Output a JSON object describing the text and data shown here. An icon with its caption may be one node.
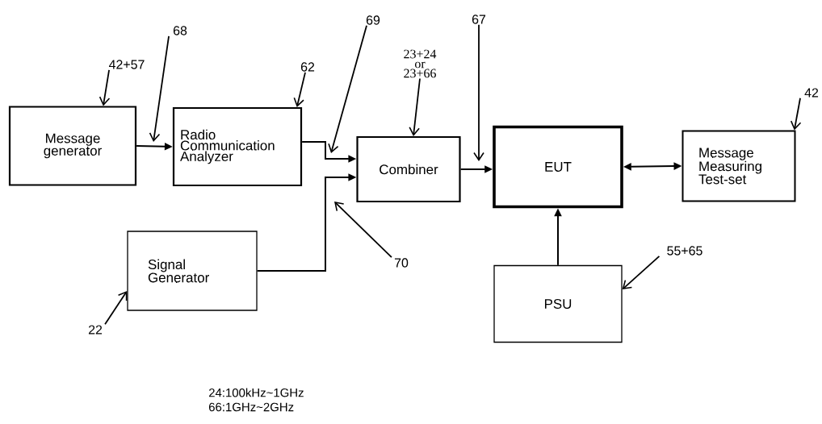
{
  "diagram": {
    "nodes": [
      {
        "text": [
          "Message generator"
        ]
      },
      {
        "text": [
          "Radio Communication Analyzer"
        ]
      },
      {
        "text": [
          "Combiner"
        ]
      },
      {
        "text": [
          "EUT"
        ]
      },
      {
        "text": [
          "Message Measuring Test-set"
        ]
      },
      {
        "text": [
          "Signal Generator"
        ]
      },
      {
        "text": [
          "PSU"
        ]
      },
      {
        "text": [
          "42+57"
        ]
      },
      {
        "text": [
          "68"
        ]
      },
      {
        "text": [
          "62"
        ]
      },
      {
        "text": [
          "69"
        ]
      },
      {
        "text": [
          "23+24 or 23+66"
        ]
      },
      {
        "text": [
          "67"
        ]
      },
      {
        "text": [
          "42"
        ]
      },
      {
        "text": [
          "70"
        ]
      },
      {
        "text": [
          "22"
        ]
      },
      {
        "text": [
          "55+65"
        ]
      }
    ],
    "edges": [
      {
        "from": 0,
        "to": 1,
        "arrow": "to"
      },
      {
        "from": 1,
        "to": 2,
        "arrow": "to"
      },
      {
        "from": 5,
        "to": 2,
        "arrow": "to"
      },
      {
        "from": 2,
        "to": 3,
        "arrow": "to"
      },
      {
        "from": 3,
        "to": 4,
        "arrow": "both"
      },
      {
        "from": 6,
        "to": 3,
        "arrow": "to"
      },
      {
        "from": 7,
        "to": 0,
        "arrow": "to"
      },
      {
        "from": 8,
        "to": null,
        "arrow": "to"
      },
      {
        "from": 9,
        "to": 1,
        "arrow": "to"
      },
      {
        "from": 10,
        "to": null,
        "arrow": "to"
      },
      {
        "from": 11,
        "to": 2,
        "arrow": "to"
      },
      {
        "from": 12,
        "to": null,
        "arrow": "to"
      },
      {
        "from": 13,
        "to": 4,
        "arrow": "to"
      },
      {
        "from": 14,
        "to": null,
        "arrow": "to"
      },
      {
        "from": 15,
        "to": 5,
        "arrow": "to"
      },
      {
        "from": 16,
        "to": 6,
        "arrow": "to"
      }
    ],
    "labels": [
      "24:100kHz~1GHz",
      "66:1GHz~2GHz"
    ]
  }
}
